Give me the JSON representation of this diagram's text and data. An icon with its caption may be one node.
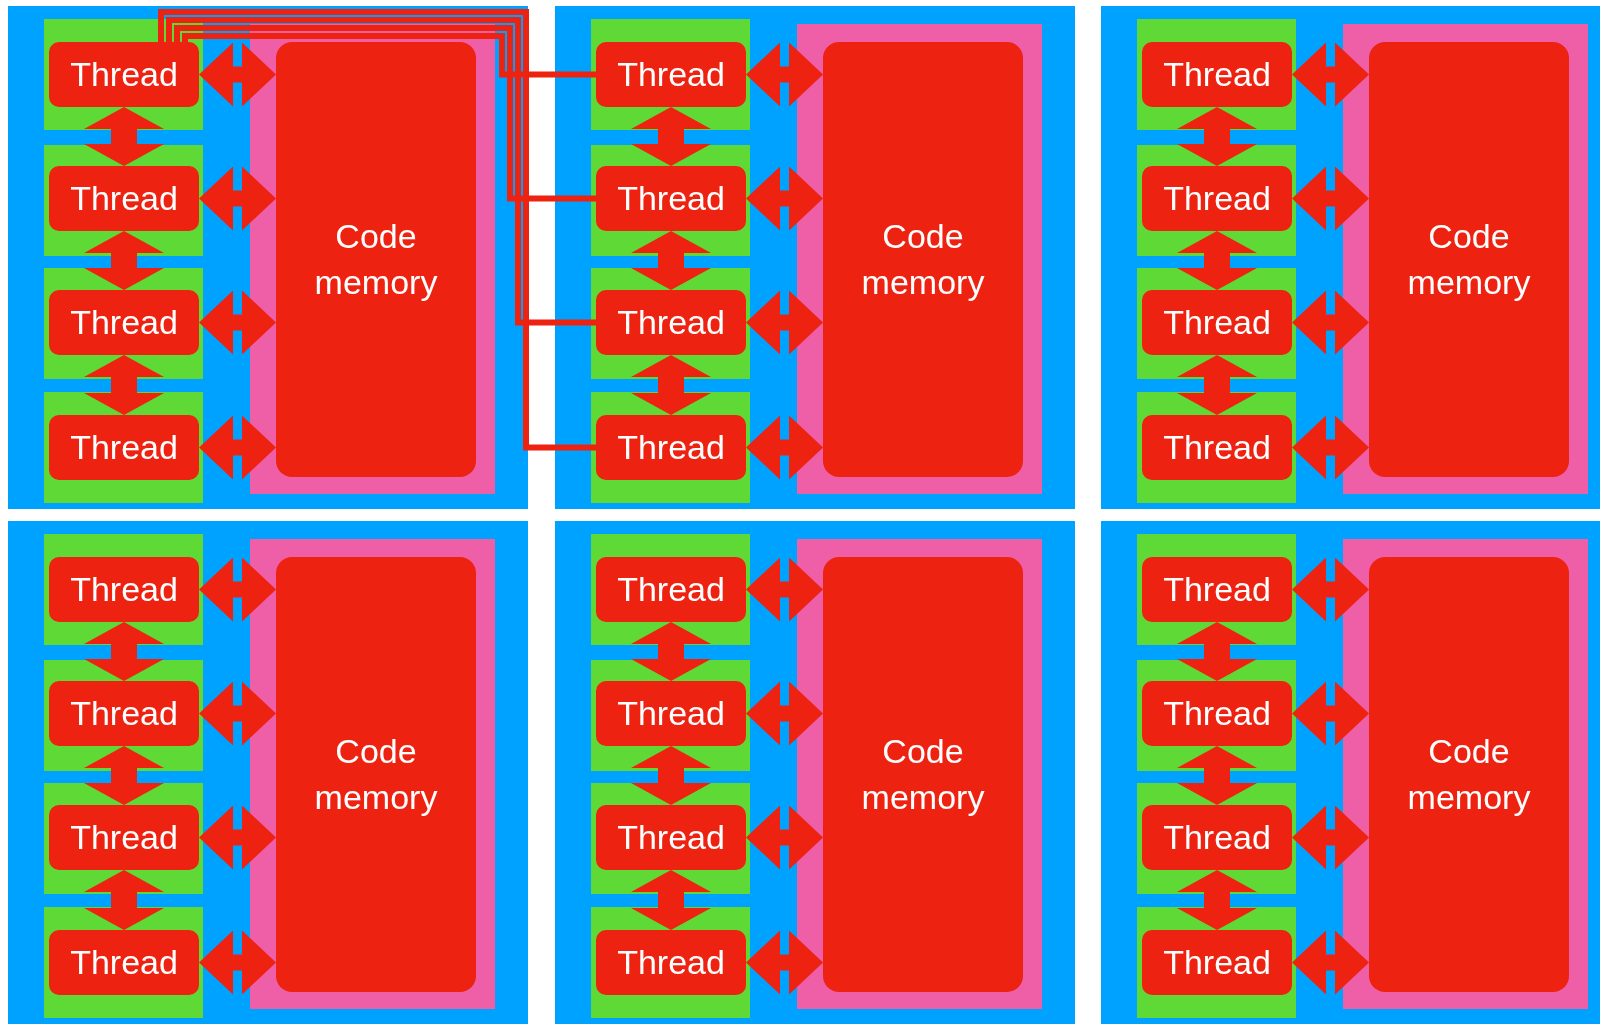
{
  "diagram": {
    "nodes": [
      {
        "text": [],
        "shape": "box"
      },
      {
        "text": [
          "Thread"
        ],
        "in": 0
      },
      {
        "text": [
          "Thread"
        ],
        "in": 0
      },
      {
        "text": [
          "Thread"
        ],
        "in": 0
      },
      {
        "text": [
          "Thread"
        ],
        "in": 0
      },
      {
        "text": [
          "Code memory"
        ],
        "in": 0
      },
      {
        "text": [],
        "shape": "box"
      },
      {
        "text": [
          "Thread"
        ],
        "in": 6
      },
      {
        "text": [
          "Thread"
        ],
        "in": 6
      },
      {
        "text": [
          "Thread"
        ],
        "in": 6
      },
      {
        "text": [
          "Thread"
        ],
        "in": 6
      },
      {
        "text": [
          "Code memory"
        ],
        "in": 6
      },
      {
        "text": [],
        "shape": "box"
      },
      {
        "text": [
          "Thread"
        ],
        "in": 12
      },
      {
        "text": [
          "Thread"
        ],
        "in": 12
      },
      {
        "text": [
          "Thread"
        ],
        "in": 12
      },
      {
        "text": [
          "Thread"
        ],
        "in": 12
      },
      {
        "text": [
          "Code memory"
        ],
        "in": 12
      },
      {
        "text": [],
        "shape": "box"
      },
      {
        "text": [
          "Thread"
        ],
        "in": 18
      },
      {
        "text": [
          "Thread"
        ],
        "in": 18
      },
      {
        "text": [
          "Thread"
        ],
        "in": 18
      },
      {
        "text": [
          "Thread"
        ],
        "in": 18
      },
      {
        "text": [
          "Code memory"
        ],
        "in": 18
      },
      {
        "text": [],
        "shape": "box"
      },
      {
        "text": [
          "Thread"
        ],
        "in": 24
      },
      {
        "text": [
          "Thread"
        ],
        "in": 24
      },
      {
        "text": [
          "Thread"
        ],
        "in": 24
      },
      {
        "text": [
          "Thread"
        ],
        "in": 24
      },
      {
        "text": [
          "Code memory"
        ],
        "in": 24
      },
      {
        "text": [],
        "shape": "box"
      },
      {
        "text": [
          "Thread"
        ],
        "in": 30
      },
      {
        "text": [
          "Thread"
        ],
        "in": 30
      },
      {
        "text": [
          "Thread"
        ],
        "in": 30
      },
      {
        "text": [
          "Thread"
        ],
        "in": 30
      },
      {
        "text": [
          "Code memory"
        ],
        "in": 30
      }
    ],
    "edges": [
      {
        "from": 1,
        "to": 2,
        "arrow": "both"
      },
      {
        "from": 2,
        "to": 3,
        "arrow": "both"
      },
      {
        "from": 3,
        "to": 4,
        "arrow": "both"
      },
      {
        "from": 1,
        "to": 5,
        "arrow": "both"
      },
      {
        "from": 2,
        "to": 5,
        "arrow": "both"
      },
      {
        "from": 3,
        "to": 5,
        "arrow": "both"
      },
      {
        "from": 4,
        "to": 5,
        "arrow": "both"
      },
      {
        "from": 7,
        "to": 8,
        "arrow": "both"
      },
      {
        "from": 8,
        "to": 9,
        "arrow": "both"
      },
      {
        "from": 9,
        "to": 10,
        "arrow": "both"
      },
      {
        "from": 7,
        "to": 11,
        "arrow": "both"
      },
      {
        "from": 8,
        "to": 11,
        "arrow": "both"
      },
      {
        "from": 9,
        "to": 11,
        "arrow": "both"
      },
      {
        "from": 10,
        "to": 11,
        "arrow": "both"
      },
      {
        "from": 13,
        "to": 14,
        "arrow": "both"
      },
      {
        "from": 14,
        "to": 15,
        "arrow": "both"
      },
      {
        "from": 15,
        "to": 16,
        "arrow": "both"
      },
      {
        "from": 13,
        "to": 17,
        "arrow": "both"
      },
      {
        "from": 14,
        "to": 17,
        "arrow": "both"
      },
      {
        "from": 15,
        "to": 17,
        "arrow": "both"
      },
      {
        "from": 16,
        "to": 17,
        "arrow": "both"
      },
      {
        "from": 19,
        "to": 20,
        "arrow": "both"
      },
      {
        "from": 20,
        "to": 21,
        "arrow": "both"
      },
      {
        "from": 21,
        "to": 22,
        "arrow": "both"
      },
      {
        "from": 19,
        "to": 23,
        "arrow": "both"
      },
      {
        "from": 20,
        "to": 23,
        "arrow": "both"
      },
      {
        "from": 21,
        "to": 23,
        "arrow": "both"
      },
      {
        "from": 22,
        "to": 23,
        "arrow": "both"
      },
      {
        "from": 25,
        "to": 26,
        "arrow": "both"
      },
      {
        "from": 26,
        "to": 27,
        "arrow": "both"
      },
      {
        "from": 27,
        "to": 28,
        "arrow": "both"
      },
      {
        "from": 25,
        "to": 29,
        "arrow": "both"
      },
      {
        "from": 26,
        "to": 29,
        "arrow": "both"
      },
      {
        "from": 27,
        "to": 29,
        "arrow": "both"
      },
      {
        "from": 28,
        "to": 29,
        "arrow": "both"
      },
      {
        "from": 31,
        "to": 32,
        "arrow": "both"
      },
      {
        "from": 32,
        "to": 33,
        "arrow": "both"
      },
      {
        "from": 33,
        "to": 34,
        "arrow": "both"
      },
      {
        "from": 31,
        "to": 35,
        "arrow": "both"
      },
      {
        "from": 32,
        "to": 35,
        "arrow": "both"
      },
      {
        "from": 33,
        "to": 35,
        "arrow": "both"
      },
      {
        "from": 34,
        "to": 35,
        "arrow": "both"
      },
      {
        "from": 1,
        "to": 7,
        "arrow": "none"
      },
      {
        "from": 1,
        "to": 8,
        "arrow": "none"
      },
      {
        "from": 1,
        "to": 9,
        "arrow": "none"
      },
      {
        "from": 1,
        "to": 10,
        "arrow": "none"
      }
    ]
  }
}
